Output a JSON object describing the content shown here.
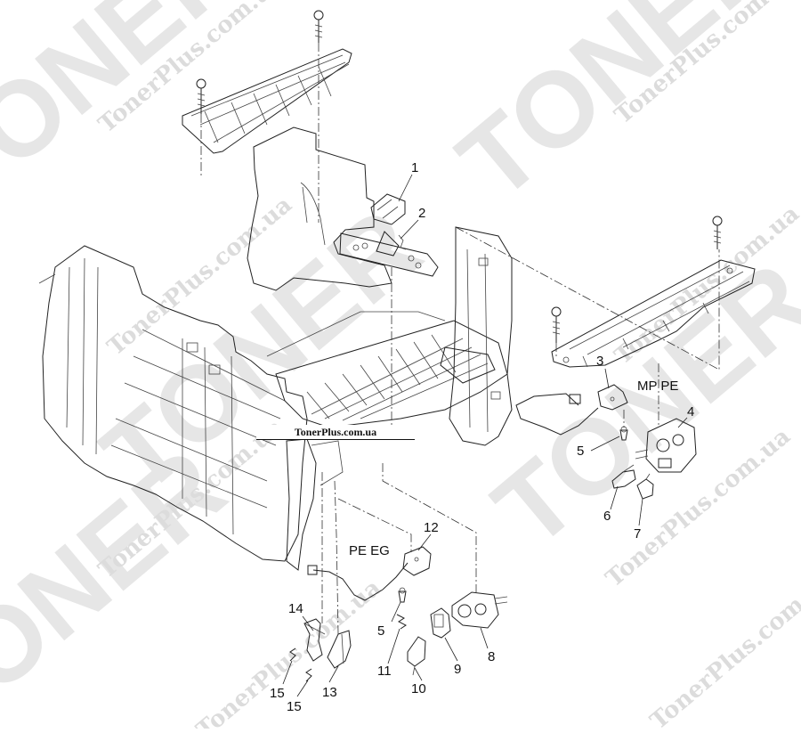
{
  "watermark": {
    "brand_big": "TONER",
    "brand_site": "TonerPlus.com.ua"
  },
  "caption": "TonerPlus.com.ua",
  "callouts": {
    "c1": "1",
    "c2": "2",
    "c3": "3",
    "c4": "4",
    "c5a": "5",
    "c5b": "5",
    "c6": "6",
    "c7": "7",
    "c8": "8",
    "c9": "9",
    "c10": "10",
    "c11": "11",
    "c12": "12",
    "c13": "13",
    "c14": "14",
    "c15a": "15",
    "c15b": "15"
  },
  "sensor_labels": {
    "mp_pe": "MP PE",
    "pe_eg": "PE EG"
  }
}
